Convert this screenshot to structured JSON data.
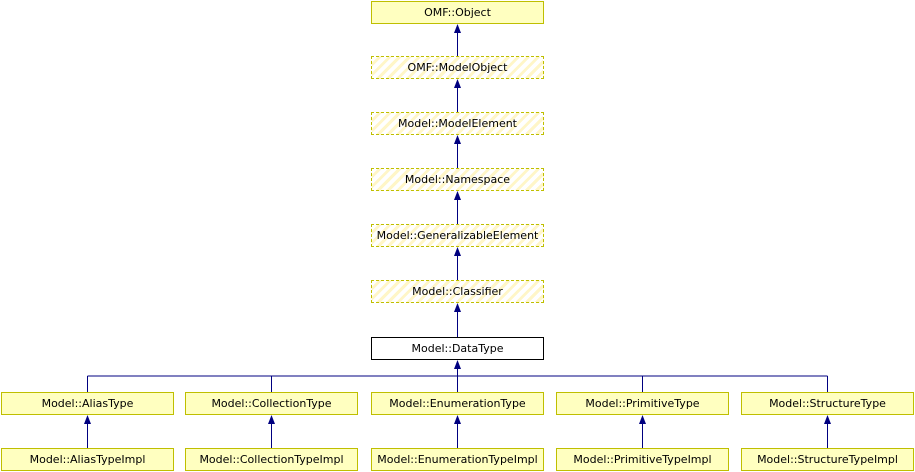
{
  "colors": {
    "edge": "#000080",
    "box_fill": "#ffffc0",
    "box_border": "#bfbf00",
    "focus_border": "#000000"
  },
  "nodes": [
    {
      "id": "omf-object",
      "label": "OMF::Object",
      "style": "solid-yellow"
    },
    {
      "id": "omf-modelobject",
      "label": "OMF::ModelObject",
      "style": "hatched"
    },
    {
      "id": "model-modelelement",
      "label": "Model::ModelElement",
      "style": "hatched"
    },
    {
      "id": "model-namespace",
      "label": "Model::Namespace",
      "style": "hatched"
    },
    {
      "id": "model-generalizableelement",
      "label": "Model::GeneralizableElement",
      "style": "hatched"
    },
    {
      "id": "model-classifier",
      "label": "Model::Classifier",
      "style": "hatched"
    },
    {
      "id": "model-datatype",
      "label": "Model::DataType",
      "style": "solid-white"
    },
    {
      "id": "model-aliastype",
      "label": "Model::AliasType",
      "style": "solid-yellow"
    },
    {
      "id": "model-collectiontype",
      "label": "Model::CollectionType",
      "style": "solid-yellow"
    },
    {
      "id": "model-enumerationtype",
      "label": "Model::EnumerationType",
      "style": "solid-yellow"
    },
    {
      "id": "model-primitivetype",
      "label": "Model::PrimitiveType",
      "style": "solid-yellow"
    },
    {
      "id": "model-structuretype",
      "label": "Model::StructureType",
      "style": "solid-yellow"
    },
    {
      "id": "model-aliastypeimpl",
      "label": "Model::AliasTypeImpl",
      "style": "solid-yellow"
    },
    {
      "id": "model-collectiontypeimpl",
      "label": "Model::CollectionTypeImpl",
      "style": "solid-yellow"
    },
    {
      "id": "model-enumerationtypeimpl",
      "label": "Model::EnumerationTypeImpl",
      "style": "solid-yellow"
    },
    {
      "id": "model-primitivetypeimpl",
      "label": "Model::PrimitiveTypeImpl",
      "style": "solid-yellow"
    },
    {
      "id": "model-structuretypeimpl",
      "label": "Model::StructureTypeImpl",
      "style": "solid-yellow"
    }
  ],
  "edges": [
    {
      "from": "omf-modelobject",
      "to": "omf-object"
    },
    {
      "from": "model-modelelement",
      "to": "omf-modelobject"
    },
    {
      "from": "model-namespace",
      "to": "model-modelelement"
    },
    {
      "from": "model-generalizableelement",
      "to": "model-namespace"
    },
    {
      "from": "model-classifier",
      "to": "model-generalizableelement"
    },
    {
      "from": "model-datatype",
      "to": "model-classifier"
    },
    {
      "from": "model-aliastype",
      "to": "model-datatype"
    },
    {
      "from": "model-collectiontype",
      "to": "model-datatype"
    },
    {
      "from": "model-enumerationtype",
      "to": "model-datatype"
    },
    {
      "from": "model-primitivetype",
      "to": "model-datatype"
    },
    {
      "from": "model-structuretype",
      "to": "model-datatype"
    },
    {
      "from": "model-aliastypeimpl",
      "to": "model-aliastype"
    },
    {
      "from": "model-collectiontypeimpl",
      "to": "model-collectiontype"
    },
    {
      "from": "model-enumerationtypeimpl",
      "to": "model-enumerationtype"
    },
    {
      "from": "model-primitivetypeimpl",
      "to": "model-primitivetype"
    },
    {
      "from": "model-structuretypeimpl",
      "to": "model-structuretype"
    }
  ]
}
